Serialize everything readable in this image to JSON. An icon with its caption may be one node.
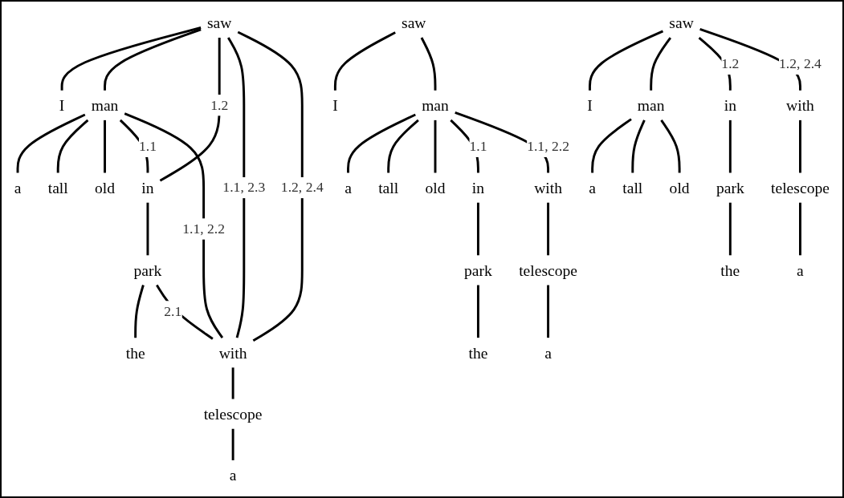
{
  "diagram": {
    "nodes": [
      {
        "text": [
          "saw"
        ]
      },
      {
        "text": [
          "I"
        ]
      },
      {
        "text": [
          "man"
        ]
      },
      {
        "text": [
          "a"
        ]
      },
      {
        "text": [
          "tall"
        ]
      },
      {
        "text": [
          "old"
        ]
      },
      {
        "text": [
          "in"
        ]
      },
      {
        "text": [
          "park"
        ]
      },
      {
        "text": [
          "the"
        ]
      },
      {
        "text": [
          "with"
        ]
      },
      {
        "text": [
          "telescope"
        ]
      },
      {
        "text": [
          "a"
        ]
      },
      {
        "text": [
          "saw"
        ]
      },
      {
        "text": [
          "I"
        ]
      },
      {
        "text": [
          "man"
        ]
      },
      {
        "text": [
          "a"
        ]
      },
      {
        "text": [
          "tall"
        ]
      },
      {
        "text": [
          "old"
        ]
      },
      {
        "text": [
          "in"
        ]
      },
      {
        "text": [
          "park"
        ]
      },
      {
        "text": [
          "the"
        ]
      },
      {
        "text": [
          "with"
        ]
      },
      {
        "text": [
          "telescope"
        ]
      },
      {
        "text": [
          "a"
        ]
      },
      {
        "text": [
          "saw"
        ]
      },
      {
        "text": [
          "I"
        ]
      },
      {
        "text": [
          "man"
        ]
      },
      {
        "text": [
          "a"
        ]
      },
      {
        "text": [
          "tall"
        ]
      },
      {
        "text": [
          "old"
        ]
      },
      {
        "text": [
          "in"
        ]
      },
      {
        "text": [
          "park"
        ]
      },
      {
        "text": [
          "the"
        ]
      },
      {
        "text": [
          "with"
        ]
      },
      {
        "text": [
          "telescope"
        ]
      },
      {
        "text": [
          "a"
        ]
      }
    ],
    "edges": [
      {
        "from": 0,
        "to": 1,
        "arrow": "none"
      },
      {
        "from": 0,
        "to": 2,
        "arrow": "none"
      },
      {
        "from": 0,
        "to": 6,
        "arrow": "none",
        "label": "1.2"
      },
      {
        "from": 0,
        "to": 9,
        "arrow": "none",
        "label": "1.1, 2.3"
      },
      {
        "from": 0,
        "to": 9,
        "arrow": "none",
        "label": "1.2, 2.4"
      },
      {
        "from": 2,
        "to": 3,
        "arrow": "none"
      },
      {
        "from": 2,
        "to": 4,
        "arrow": "none"
      },
      {
        "from": 2,
        "to": 5,
        "arrow": "none"
      },
      {
        "from": 2,
        "to": 6,
        "arrow": "none",
        "label": "1.1"
      },
      {
        "from": 2,
        "to": 9,
        "arrow": "none",
        "label": "1.1, 2.2"
      },
      {
        "from": 6,
        "to": 7,
        "arrow": "none"
      },
      {
        "from": 7,
        "to": 8,
        "arrow": "none"
      },
      {
        "from": 7,
        "to": 9,
        "arrow": "none",
        "label": "2.1"
      },
      {
        "from": 9,
        "to": 10,
        "arrow": "none"
      },
      {
        "from": 10,
        "to": 11,
        "arrow": "none"
      },
      {
        "from": 12,
        "to": 13,
        "arrow": "none"
      },
      {
        "from": 12,
        "to": 14,
        "arrow": "none"
      },
      {
        "from": 14,
        "to": 15,
        "arrow": "none"
      },
      {
        "from": 14,
        "to": 16,
        "arrow": "none"
      },
      {
        "from": 14,
        "to": 17,
        "arrow": "none"
      },
      {
        "from": 14,
        "to": 18,
        "arrow": "none",
        "label": "1.1"
      },
      {
        "from": 14,
        "to": 21,
        "arrow": "none",
        "label": "1.1, 2.2"
      },
      {
        "from": 18,
        "to": 19,
        "arrow": "none"
      },
      {
        "from": 19,
        "to": 20,
        "arrow": "none"
      },
      {
        "from": 21,
        "to": 22,
        "arrow": "none"
      },
      {
        "from": 22,
        "to": 23,
        "arrow": "none"
      },
      {
        "from": 24,
        "to": 25,
        "arrow": "none"
      },
      {
        "from": 24,
        "to": 26,
        "arrow": "none"
      },
      {
        "from": 24,
        "to": 30,
        "arrow": "none",
        "label": "1.2"
      },
      {
        "from": 24,
        "to": 33,
        "arrow": "none",
        "label": "1.2, 2.4"
      },
      {
        "from": 26,
        "to": 27,
        "arrow": "none"
      },
      {
        "from": 26,
        "to": 28,
        "arrow": "none"
      },
      {
        "from": 26,
        "to": 29,
        "arrow": "none"
      },
      {
        "from": 30,
        "to": 31,
        "arrow": "none"
      },
      {
        "from": 31,
        "to": 32,
        "arrow": "none"
      },
      {
        "from": 33,
        "to": 34,
        "arrow": "none"
      },
      {
        "from": 34,
        "to": 35,
        "arrow": "none"
      }
    ]
  }
}
